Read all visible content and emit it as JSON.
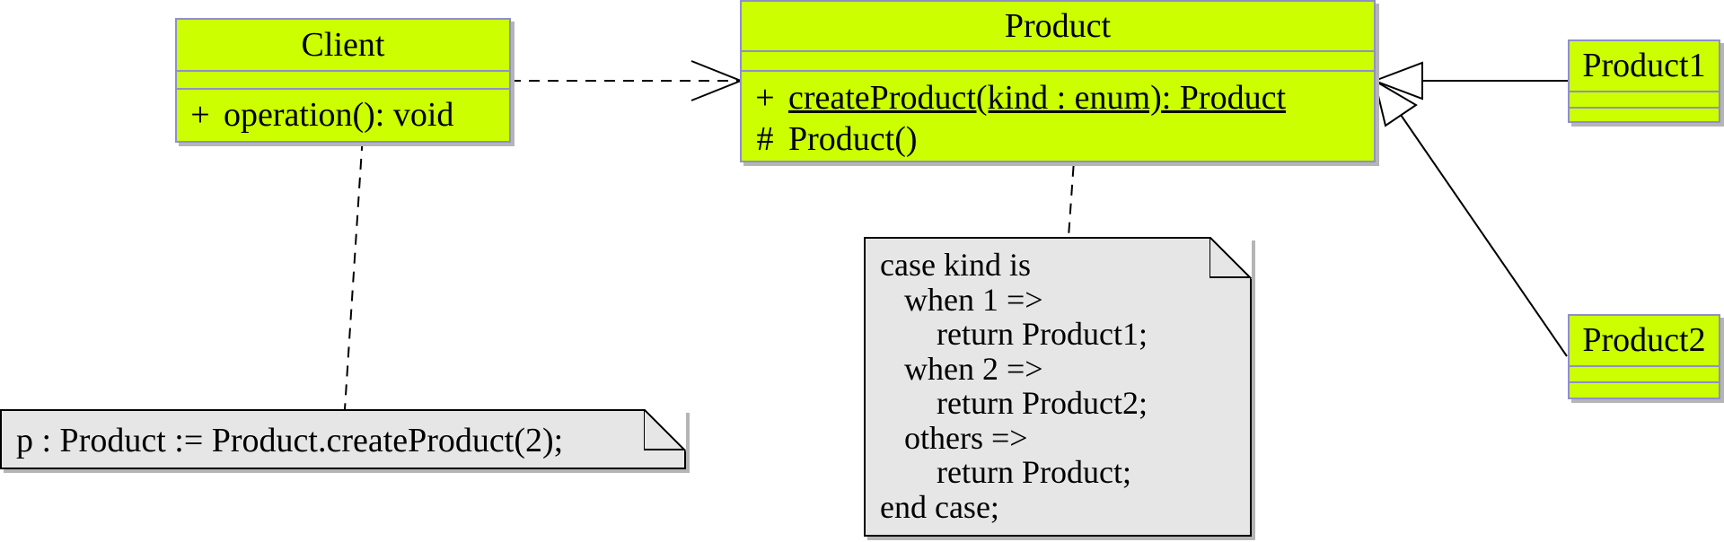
{
  "classes": {
    "client": {
      "name": "Client",
      "operations": [
        {
          "visibility": "+",
          "signature": "operation(): void"
        }
      ]
    },
    "product": {
      "name": "Product",
      "operations": [
        {
          "visibility": "+",
          "signature": "createProduct(kind : enum): Product",
          "static": true
        },
        {
          "visibility": "#",
          "signature": "Product()"
        }
      ]
    },
    "product1": {
      "name": "Product1"
    },
    "product2": {
      "name": "Product2"
    }
  },
  "notes": {
    "client_note": "p : Product := Product.createProduct(2);",
    "factory_note": "case kind is\n   when 1 =>\n       return Product1;\n   when 2 =>\n       return Product2;\n   others =>\n       return Product;\nend case;"
  },
  "colors": {
    "class_fill": "#ccff00",
    "class_border": "#8f8fcc",
    "note_fill": "#e6e6e6",
    "shadow": "#b5b5b5"
  }
}
